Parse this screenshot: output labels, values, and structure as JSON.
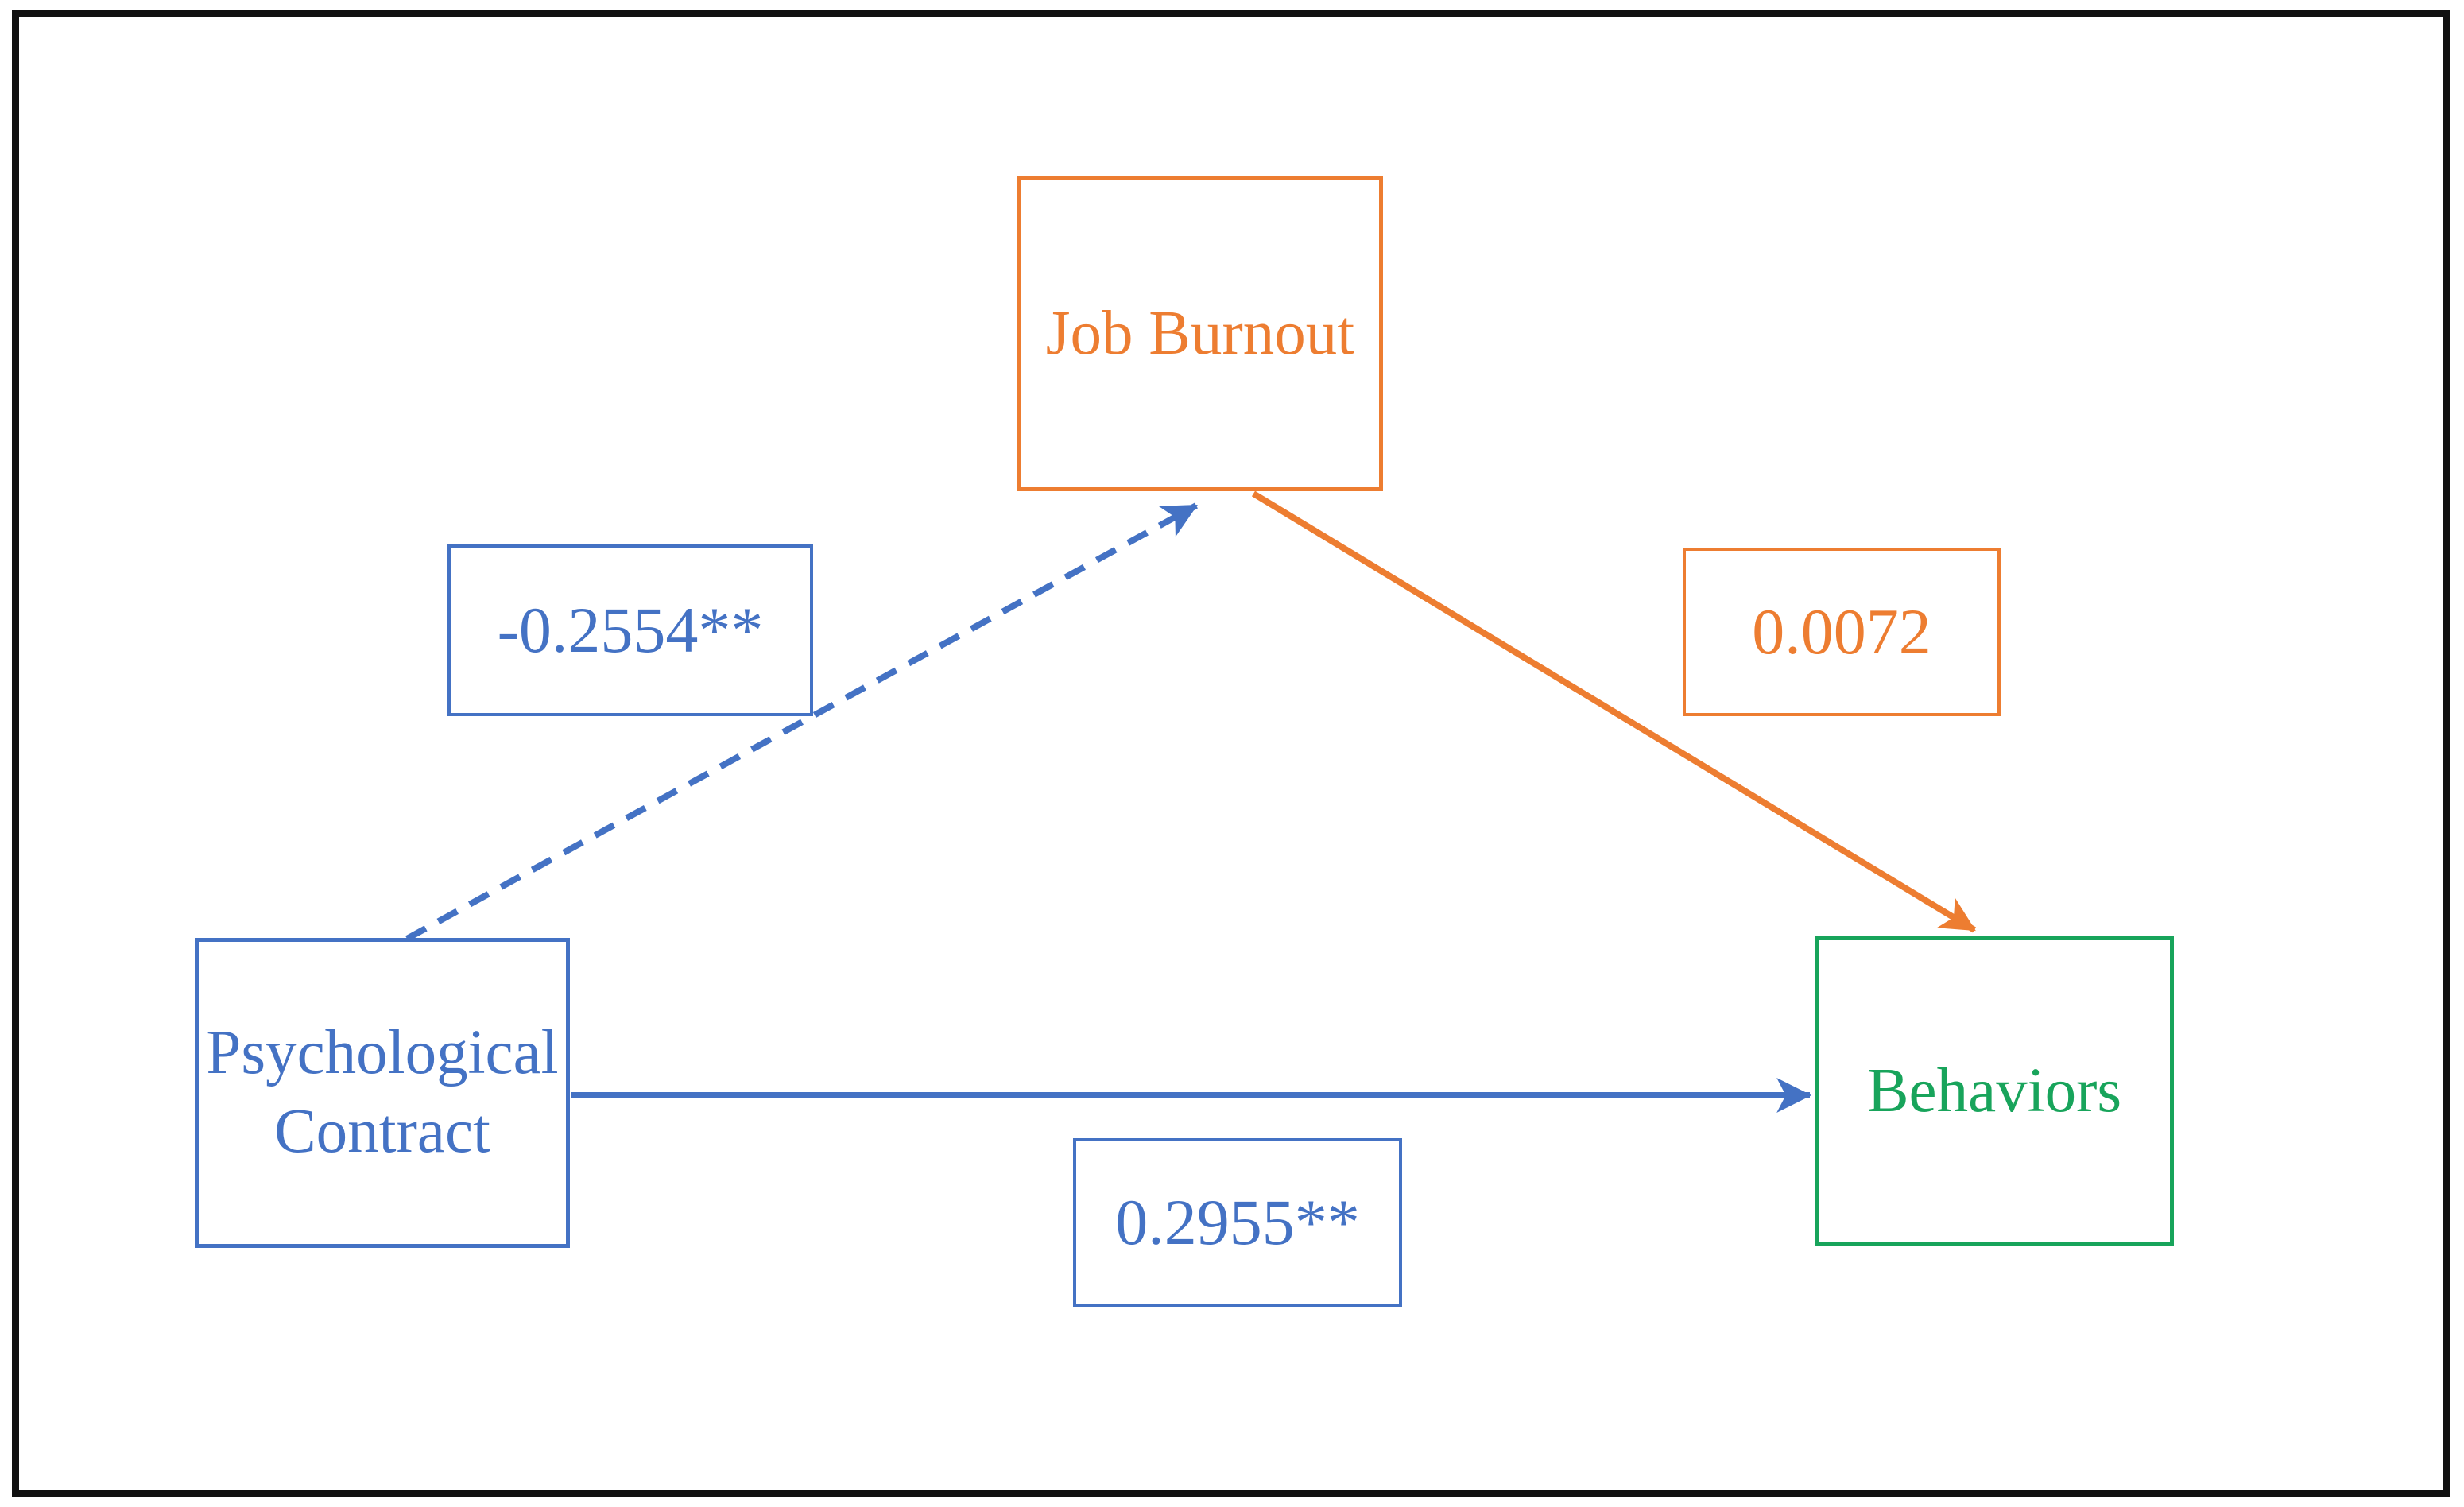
{
  "colors": {
    "blue": "#4472C4",
    "orange": "#ED7D31",
    "green": "#18A45B",
    "frame": "#111111",
    "background": "#FFFFFF"
  },
  "nodes": {
    "mediator": {
      "label": "Job Burnout",
      "role": "mediator",
      "color": "#ED7D31"
    },
    "predictor": {
      "label": "Psychological\nContract",
      "role": "predictor",
      "color": "#4472C4"
    },
    "outcome": {
      "label": "Behaviors",
      "role": "outcome",
      "color": "#18A45B"
    }
  },
  "edges": {
    "a": {
      "from": "Psychological Contract",
      "to": "Job Burnout",
      "label": "-0.2554**",
      "style": "dashed",
      "color": "#4472C4"
    },
    "b": {
      "from": "Job Burnout",
      "to": "Behaviors",
      "label": "0.0072",
      "style": "solid",
      "color": "#ED7D31"
    },
    "c": {
      "from": "Psychological Contract",
      "to": "Behaviors",
      "label": "0.2955**",
      "style": "solid",
      "color": "#4472C4"
    }
  }
}
